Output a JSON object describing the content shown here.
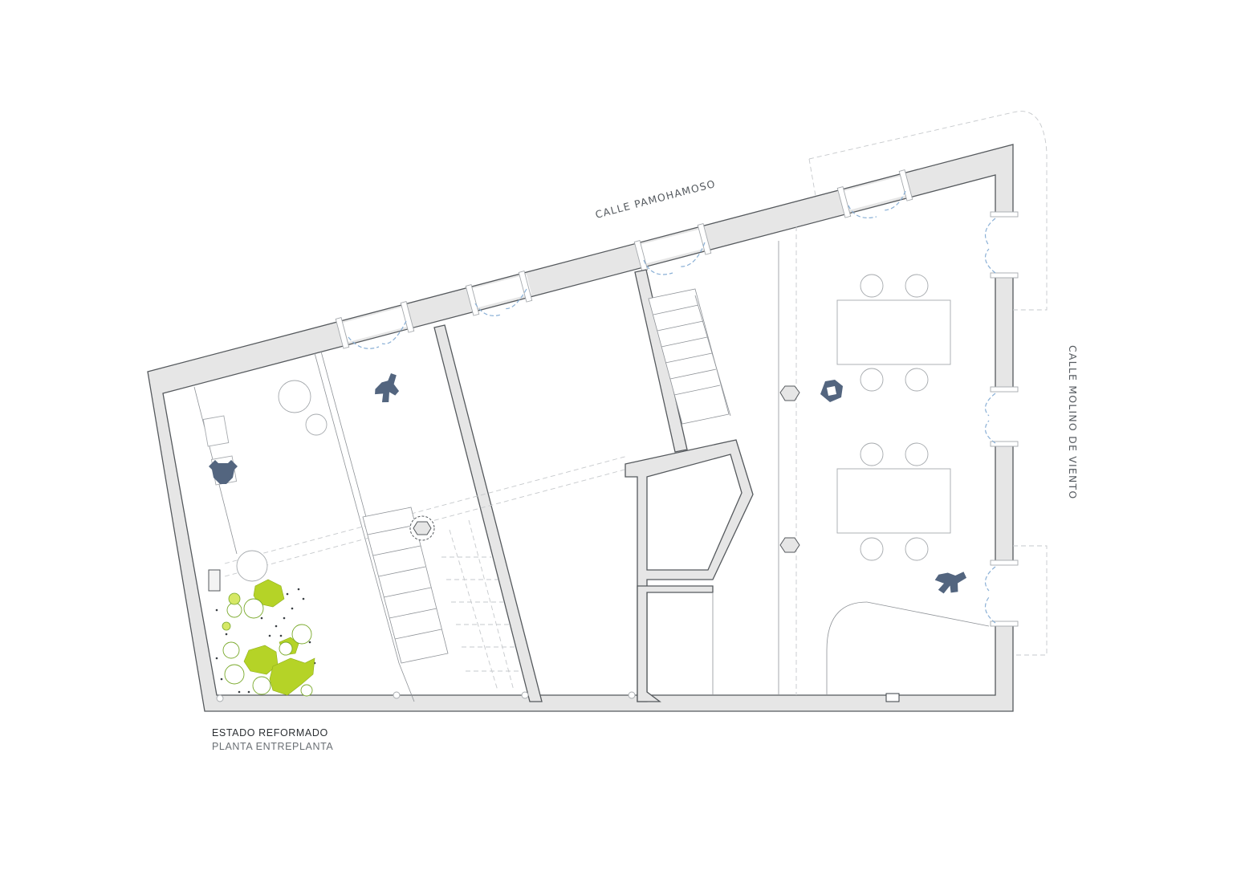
{
  "drawing": {
    "street_north": "CALLE PAMOHAMOSO",
    "street_east": "CALLE MOLINO DE VIENTO"
  },
  "caption": {
    "title": "ESTADO REFORMADO",
    "subtitle": "PLANTA ENTREPLANTA"
  },
  "colors": {
    "wall_fill": "#e6e6e6",
    "wall_outline": "#55595d",
    "door_swing": "#8ab0d6",
    "people": "#53657f",
    "planting": "#b5d327"
  }
}
